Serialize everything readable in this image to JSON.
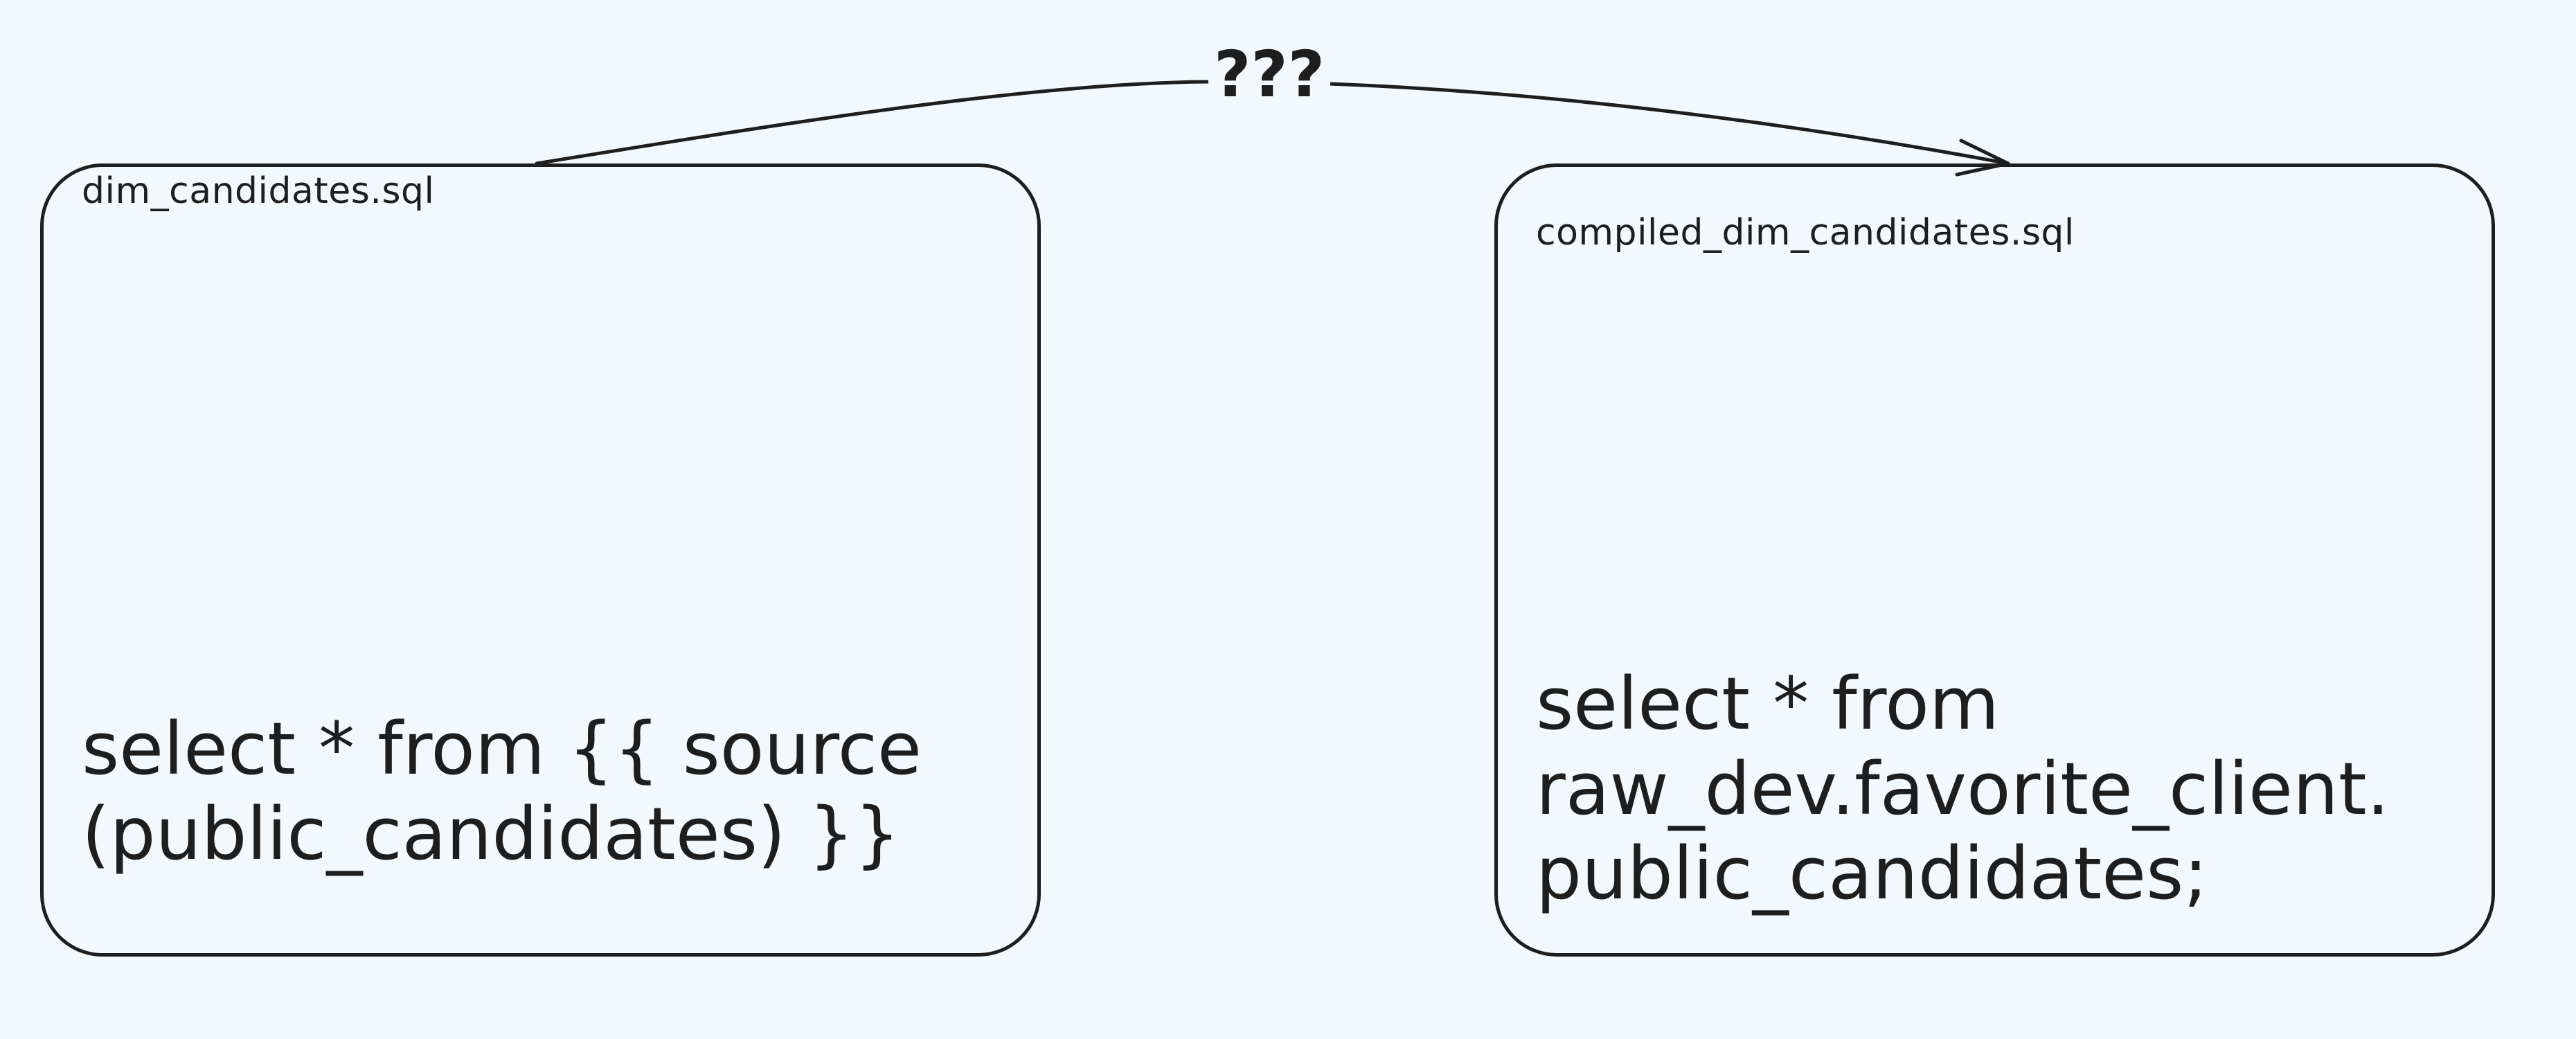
{
  "diagram": {
    "edge_label": "???",
    "source_box": {
      "filename": "dim_candidates.sql",
      "code_lines": [
        "select * from {{ source",
        "(public_candidates) }}"
      ]
    },
    "target_box": {
      "filename": "compiled_dim_candidates.sql",
      "code_lines": [
        "select * from",
        "raw_dev.favorite_client.",
        "public_candidates;"
      ]
    }
  }
}
